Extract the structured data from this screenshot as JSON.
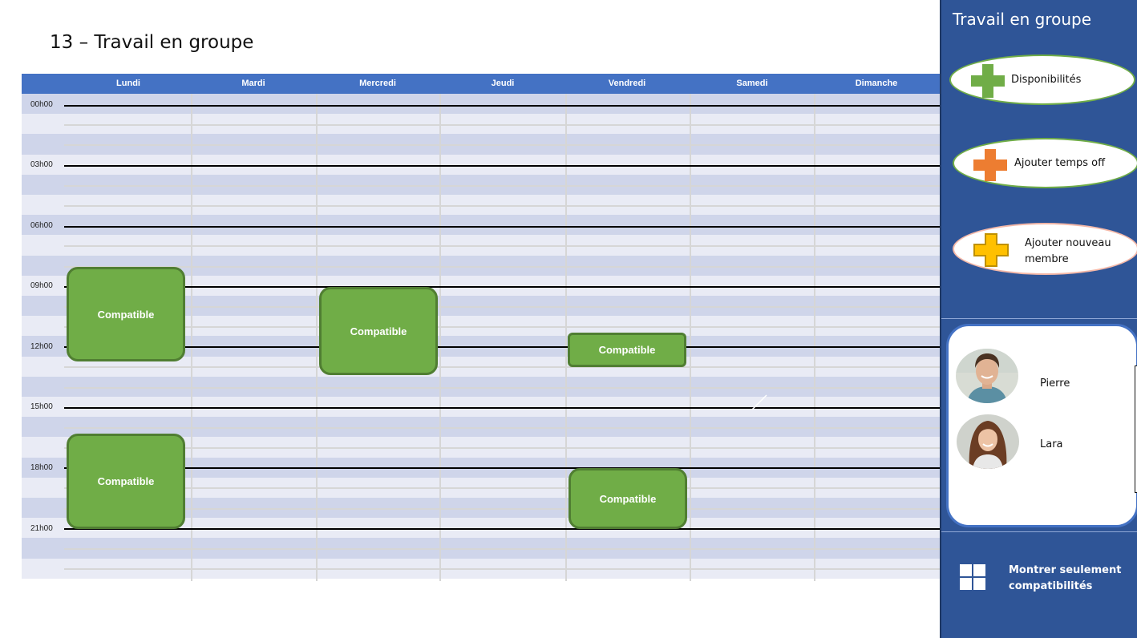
{
  "page": {
    "title": "13 – Travail en groupe"
  },
  "calendar": {
    "days": [
      "Lundi",
      "Mardi",
      "Mercredi",
      "Jeudi",
      "Vendredi",
      "Samedi",
      "Dimanche"
    ],
    "times": [
      "00h00",
      "03h00",
      "06h00",
      "09h00",
      "12h00",
      "15h00",
      "18h00",
      "21h00"
    ],
    "blocks": [
      {
        "day": "Lundi",
        "label": "Compatible"
      },
      {
        "day": "Mercredi",
        "label": "Compatible"
      },
      {
        "day": "Vendredi",
        "label": "Compatible"
      },
      {
        "day": "Lundi",
        "label": "Compatible"
      },
      {
        "day": "Vendredi",
        "label": "Compatible"
      }
    ]
  },
  "sidebar": {
    "title": "Travail en groupe",
    "actions": [
      {
        "label": "Disponibilités",
        "icon": "plus-icon-green",
        "color": "#70ad47"
      },
      {
        "label": "Ajouter temps off",
        "icon": "plus-icon-orange",
        "color": "#ed7d31"
      },
      {
        "label_line1": "Ajouter nouveau",
        "label_line2": "membre",
        "icon": "plus-icon-yellow",
        "color": "#ffc000"
      }
    ],
    "members": [
      {
        "name": "Pierre",
        "icon": "avatar-pierre"
      },
      {
        "name": "Lara",
        "icon": "avatar-lara"
      }
    ],
    "filter": {
      "line1": "Montrer seulement",
      "line2": "compatibilités",
      "icon": "grid-icon"
    }
  }
}
